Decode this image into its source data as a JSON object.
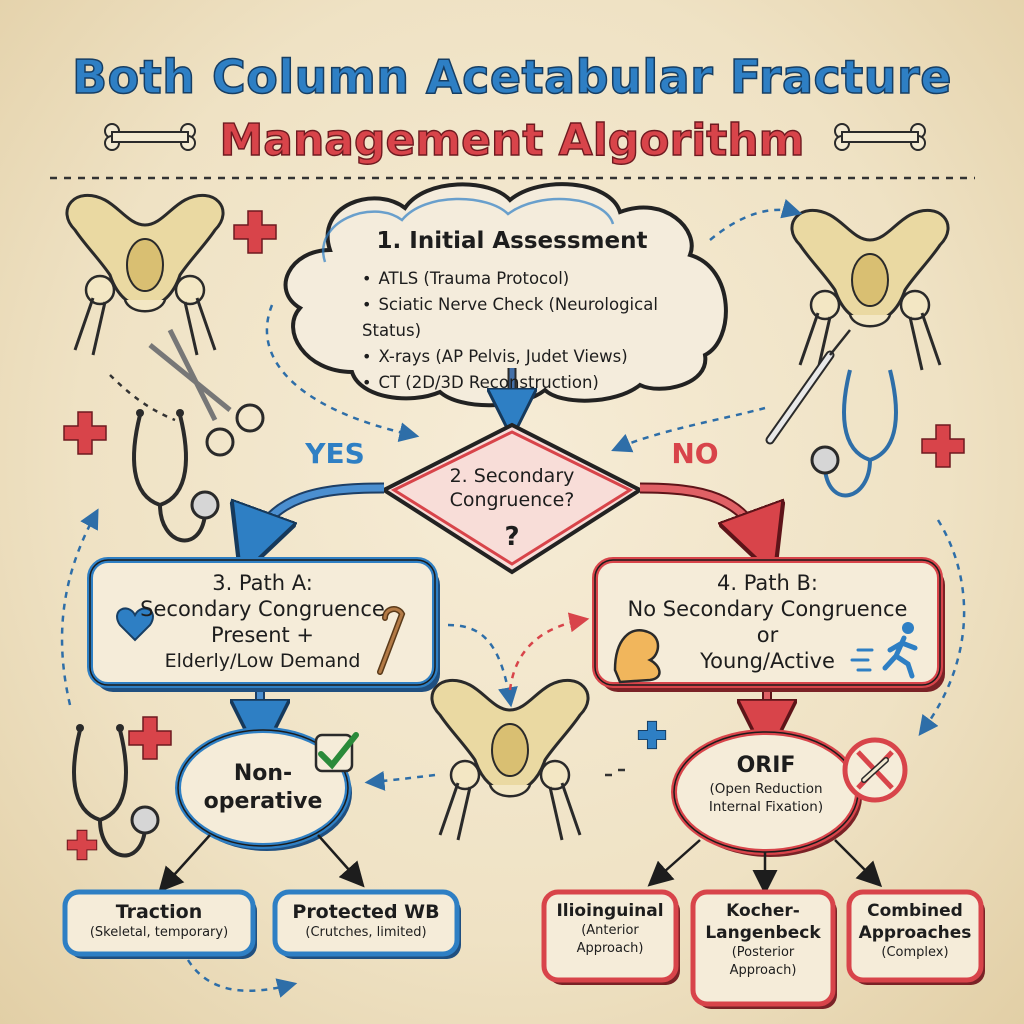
{
  "title": {
    "line1": "Both Column Acetabular Fracture",
    "line2": "Management Algorithm"
  },
  "initial_assessment": {
    "heading": "1. Initial Assessment",
    "items": [
      "ATLS (Trauma Protocol)",
      "Sciatic Nerve Check (Neurological Status)",
      "X-rays (AP Pelvis, Judet Views)",
      "CT (2D/3D Reconstruction)"
    ]
  },
  "decision": {
    "line1": "2. Secondary",
    "line2": "Congruence?",
    "symbol": "?",
    "yes_label": "YES",
    "no_label": "NO"
  },
  "path_a": {
    "line1": "3. Path A:",
    "line2": "Secondary Congruence",
    "line3": "Present +",
    "line4": "Elderly/Low Demand"
  },
  "path_b": {
    "line1": "4. Path B:",
    "line2": "No Secondary Congruence",
    "line3": "or",
    "line4": "Young/Active"
  },
  "nonoperative": {
    "line1": "Non-",
    "line2": "operative"
  },
  "orif": {
    "heading": "ORIF",
    "line1": "(Open Reduction",
    "line2": "Internal Fixation)"
  },
  "traction": {
    "label": "Traction",
    "sub": "(Skeletal, temporary)"
  },
  "protected_wb": {
    "label": "Protected WB",
    "sub": "(Crutches, limited)"
  },
  "ilioinguinal": {
    "label": "Ilioinguinal",
    "sub1": "(Anterior",
    "sub2": "Approach)"
  },
  "kocher": {
    "label1": "Kocher-",
    "label2": "Langenbeck",
    "sub1": "(Posterior",
    "sub2": "Approach)"
  },
  "combined": {
    "label1": "Combined",
    "label2": "Approaches",
    "sub": "(Complex)"
  },
  "colors": {
    "blue": "#2e7fc4",
    "red": "#d8444a",
    "ink": "#1d1d1d",
    "bone": "#e8d28a",
    "paper": "#efe3c8"
  },
  "icons": [
    "pelvis-icon",
    "scissors-icon",
    "stethoscope-icon",
    "medical-cross-icon",
    "bone-icon",
    "heart-icon",
    "cane-icon",
    "flexed-arm-icon",
    "running-person-icon",
    "checkmark-icon",
    "no-bone-icon",
    "scalpel-icon"
  ]
}
